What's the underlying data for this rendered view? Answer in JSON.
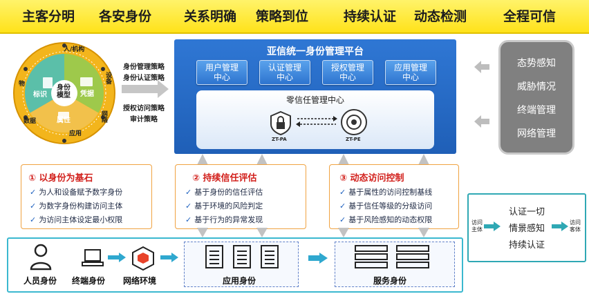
{
  "banner": {
    "s1": "主客分明",
    "s2": "各安身份",
    "s3": "关系明确",
    "s4": "策略到位",
    "s5": "持续认证",
    "s6": "动态检测",
    "s7": "全程可信"
  },
  "wheel": {
    "center": "身份\n模型",
    "seg_tag": "标识",
    "seg_cred": "凭据",
    "seg_attr": "属性",
    "outer_person": "人/机构",
    "outer_device": "设备",
    "outer_network": "网络",
    "outer_app": "应用",
    "outer_data": "数据",
    "outer_thing": "物"
  },
  "policy_arrow": {
    "p1": "身份管理策略",
    "p2": "身份认证策略",
    "p3": "授权访问策略",
    "p4": "审计策略"
  },
  "platform": {
    "title": "亚信统一身份管理平台",
    "center1": "用户管理\n中心",
    "center2": "认证管理\n中心",
    "center3": "授权管理\n中心",
    "center4": "应用管理\n中心",
    "zt_title": "零信任管理中心",
    "zt_pa": "ZT-PA",
    "zt_pe": "ZT-PE"
  },
  "gray_panel": {
    "i1": "态势感知",
    "i2": "威胁情况",
    "i3": "终端管理",
    "i4": "网络管理"
  },
  "cards": [
    {
      "title": "①   以身份为基石",
      "b1": "为人和设备赋予数字身份",
      "b2": "为数字身份构建访问主体",
      "b3": "为访问主体设定最小权限"
    },
    {
      "title": "②   持续信任评估",
      "b1": "基于身份的信任评估",
      "b2": "基于环境的风险判定",
      "b3": "基于行为的异常发现"
    },
    {
      "title": "③   动态访问控制",
      "b1": "基于属性的访问控制基线",
      "b2": "基于信任等级的分级访问",
      "b3": "基于风险感知的动态权限"
    }
  ],
  "right_box": {
    "l1": "认证一切",
    "l2": "情景感知",
    "l3": "持续认证",
    "left_small": "访问\n主体",
    "right_small": "访问\n客体"
  },
  "bottom": {
    "person": "人员身份",
    "terminal": "终端身份",
    "network": "网络环境",
    "app": "应用身份",
    "service": "服务身份"
  }
}
